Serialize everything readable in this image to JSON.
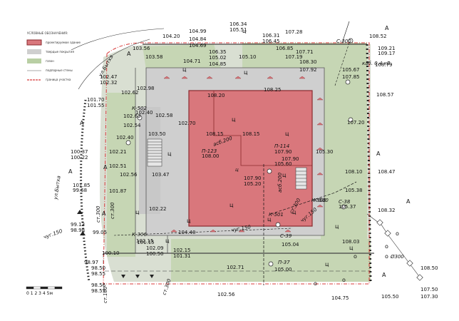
{
  "legend": {
    "title": "УСЛОВНЫЕ ОБОЗНАЧЕНИЯ:",
    "items": [
      {
        "label": "проектируемое здание",
        "color": "#d9777c"
      },
      {
        "label": "твердые покрытия",
        "color": "#cfcfcf"
      },
      {
        "label": "газон",
        "color": "#b9cfa4"
      },
      {
        "label": "подпорные стены",
        "color": "#bbbbbb"
      },
      {
        "label": "граница участка",
        "color": "#d83a3a"
      }
    ]
  },
  "scale_label": "0 1 2 3 4 5м",
  "streets": {
    "bytkha_1": "ул.Бытха",
    "bytkha_2": "ул.Бытха"
  },
  "building": {
    "label": "ц"
  },
  "elev": [
    "104.99",
    "104.84",
    "104.69",
    "104.20",
    "106.34",
    "105.51",
    "106.31",
    "106.45",
    "107.28",
    "108.52",
    "109.21",
    "109.17",
    "108.79",
    "103.56",
    "106.35",
    "105.02",
    "105.10",
    "106.85",
    "107.71",
    "107.19",
    "103.58",
    "104.71",
    "104.85",
    "108.30",
    "107.92",
    "105.67",
    "107.85",
    "102.47",
    "102.32",
    "101.70",
    "101.55",
    "102.62",
    "102.98",
    "108.20",
    "108.25",
    "108.15",
    "108.15",
    "108.57",
    "102.40",
    "102.58",
    "102.70",
    "102.63",
    "102.54",
    "103.50",
    "102.40",
    "100.37",
    "100.22",
    "102.21",
    "102.51",
    "102.56",
    "103.47",
    "108.00",
    "107.90",
    "107.90",
    "105.60",
    "105.30",
    "107.20",
    "101.85",
    "99.68",
    "101.87",
    "107.90",
    "105.20",
    "108.10",
    "105.38",
    "108.47",
    "102.22",
    "105.37",
    "108.32",
    "99.13",
    "98.98",
    "99.05",
    "102.15",
    "104.40",
    "102.09",
    "100.50",
    "102.15",
    "101.31",
    "101.15",
    "108.03",
    "105.04",
    "105.00",
    "100.10",
    "98.97",
    "98.50",
    "98.55",
    "98.56",
    "98.55",
    "102.71",
    "102.56",
    "104.75",
    "105.50",
    "107.50",
    "107.30",
    "108.50"
  ],
  "codes": [
    "С-300",
    "каб. 0.4 кВ.",
    "К-502",
    "П-123",
    "П-114",
    "асб.200",
    "К-501",
    "К-500",
    "С-38",
    "С-39",
    "К-306",
    "П-37",
    "К-500",
    "ст.300",
    "ст.300",
    "чуг.150",
    "чуг.150",
    "чуг.150",
    "асб.200",
    "ст.100",
    "ст.300",
    "Ø300",
    "ст.300"
  ],
  "markers": [
    "А",
    "А",
    "А",
    "А",
    "А",
    "А",
    "А",
    "А",
    "А",
    "ц",
    "ц",
    "ц",
    "ц",
    "ц",
    "ц",
    "ц",
    "ц",
    "ц",
    "ц",
    "ц",
    "ц",
    "ц",
    "ц",
    "ц",
    "ц",
    "о",
    "о",
    "о",
    "о",
    "о",
    "о"
  ]
}
